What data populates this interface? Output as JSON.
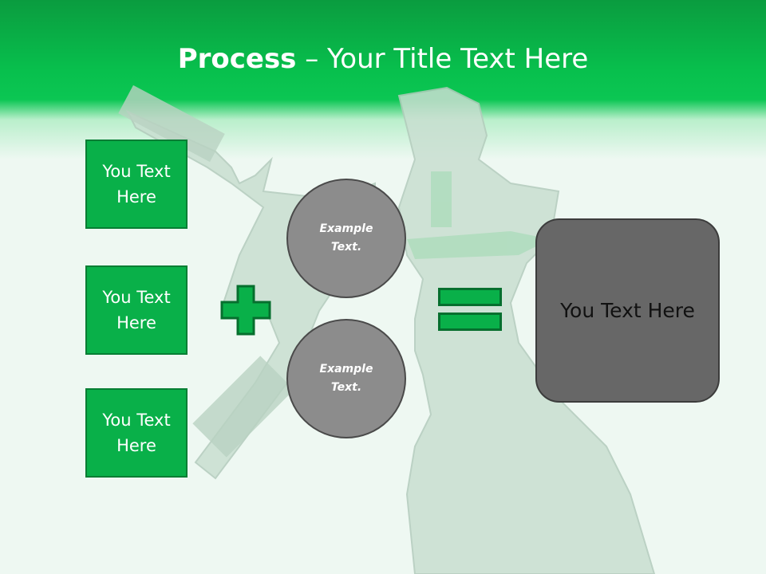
{
  "slide": {
    "title_bold": "Process",
    "title_rest": " – Your Title Text Here"
  },
  "inputs": [
    {
      "label": "You Text Here"
    },
    {
      "label": "You Text Here"
    },
    {
      "label": "You Text Here"
    }
  ],
  "operator_plus": "plus-icon",
  "examples": [
    {
      "label": "Example Text."
    },
    {
      "label": "Example Text."
    }
  ],
  "operator_equals": "equals-icon",
  "result": {
    "label": "You Text Here"
  },
  "colors": {
    "header_green": "#08c04d",
    "box_green": "#09b049",
    "circle_gray": "#8c8c8c",
    "result_gray": "#676767",
    "background": "#eef8f2"
  }
}
